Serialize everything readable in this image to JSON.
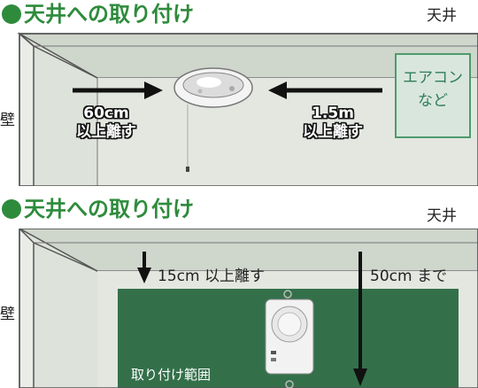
{
  "diagram1": {
    "heading": "天井への取り付け",
    "ceiling_label": "天井",
    "wall_label": "壁",
    "left_distance": "60cm",
    "left_note": "以上離す",
    "right_distance": "1.5m",
    "right_note": "以上離す",
    "ac_line1": "エアコン",
    "ac_line2": "など"
  },
  "diagram2": {
    "heading": "天井への取り付け",
    "ceiling_label": "天井",
    "wall_label": "壁",
    "min_distance": "15cm 以上離す",
    "max_distance": "50cm まで",
    "range_label": "取り付け範囲"
  },
  "colors": {
    "accent_green": "#2e8b3c",
    "range_green": "#33704a",
    "room_fill": "#d8ddd5"
  }
}
